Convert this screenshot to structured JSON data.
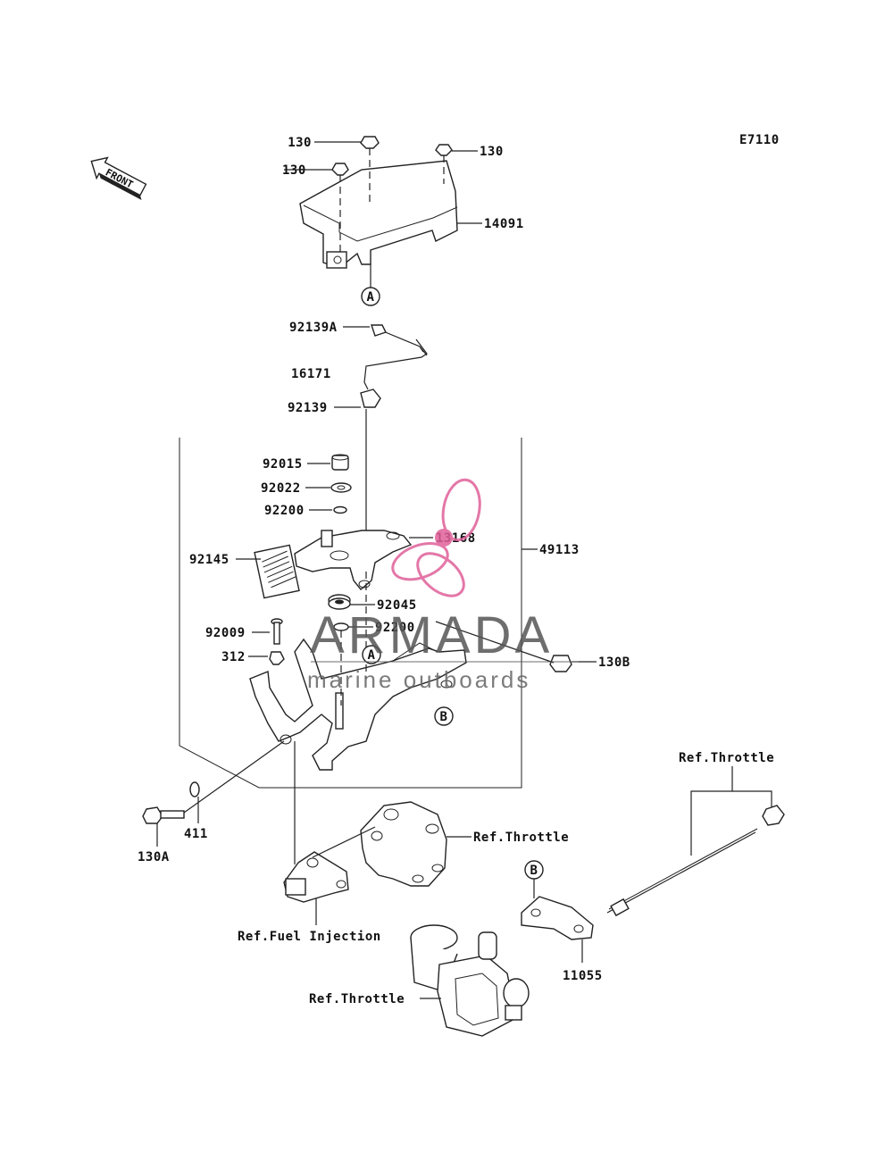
{
  "diagram_code": "E7110",
  "front_arrow_label": "FRONT",
  "callouts": {
    "A_top": "A",
    "A_mid": "A",
    "B_mid": "B",
    "B_right": "B"
  },
  "labels": {
    "p130_a": "130",
    "p130_b": "130",
    "p130_c": "130",
    "p14091": "14091",
    "p92139A": "92139A",
    "p16171": "16171",
    "p92139": "92139",
    "p92015": "92015",
    "p92022": "92022",
    "p92200_a": "92200",
    "p13168": "13168",
    "p49113": "49113",
    "p92145": "92145",
    "p92045": "92045",
    "p92009": "92009",
    "p92200_b": "92200",
    "p312": "312",
    "p130B": "130B",
    "p130A": "130A",
    "p411": "411",
    "ref_throttle_1": "Ref.Throttle",
    "ref_throttle_2": "Ref.Throttle",
    "ref_throttle_3": "Ref.Throttle",
    "ref_fuel_injection": "Ref.Fuel Injection",
    "p11055": "11055"
  },
  "watermark": {
    "brand": "ARMADA",
    "tagline": "marine outboards",
    "logo_color": "#e0609a"
  }
}
